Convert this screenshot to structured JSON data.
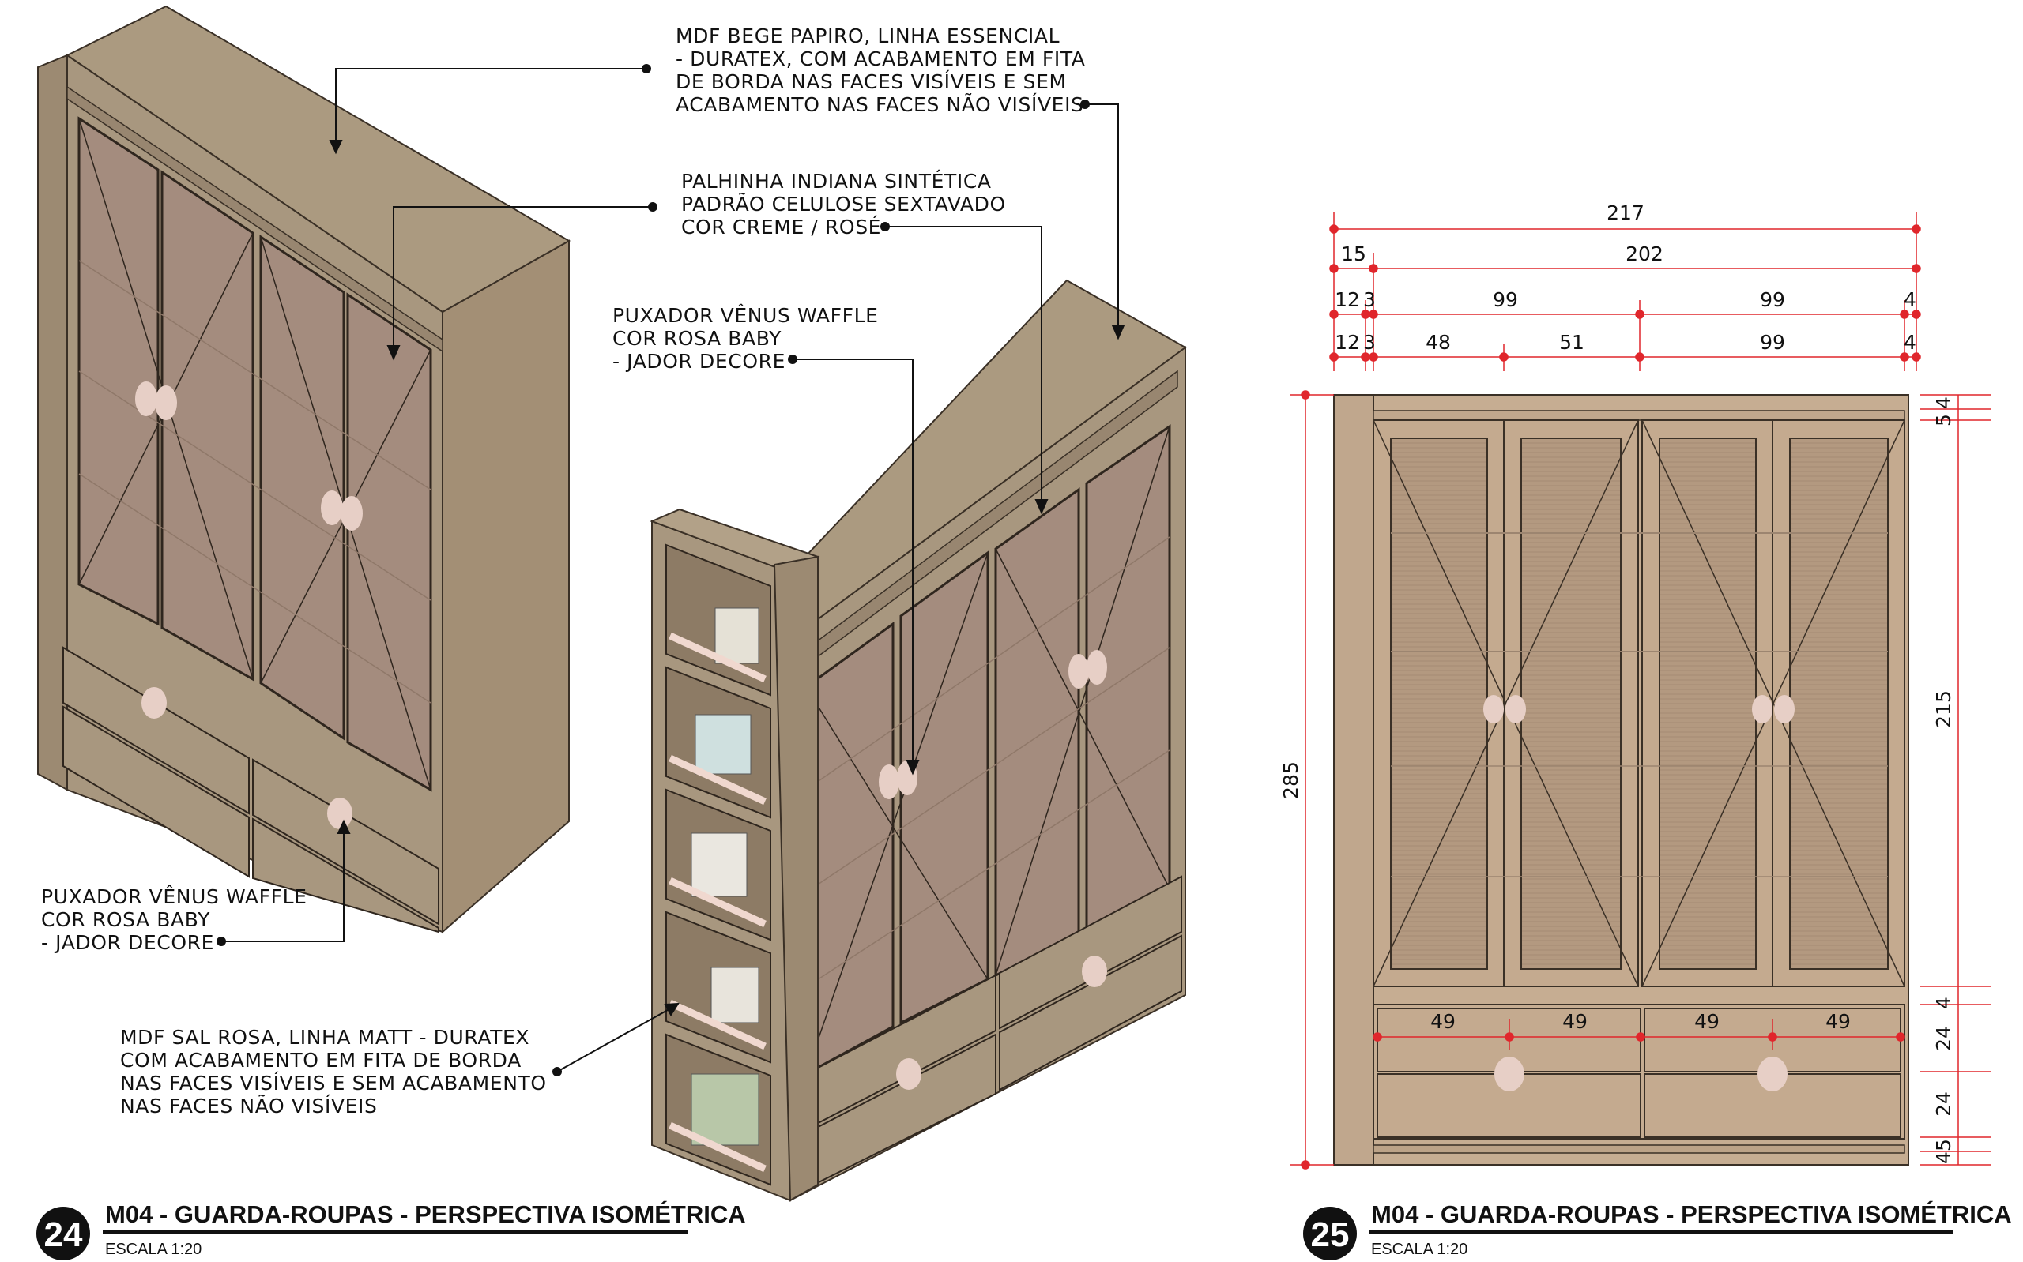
{
  "drawing_24": {
    "number": "24",
    "title": "M04 - GUARDA-ROUPAS - PERSPECTIVA ISOMÉTRICA",
    "scale": "ESCALA 1:20"
  },
  "drawing_25": {
    "number": "25",
    "title": "M04 - GUARDA-ROUPAS - PERSPECTIVA ISOMÉTRICA",
    "scale": "ESCALA 1:20"
  },
  "notes": {
    "mdf_bege": [
      "MDF BEGE PAPIRO, LINHA ESSENCIAL",
      "- DURATEX, COM ACABAMENTO EM FITA",
      "DE BORDA NAS FACES VISÍVEIS E SEM",
      "ACABAMENTO NAS FACES NÃO VISÍVEIS"
    ],
    "palhinha": [
      "PALHINHA INDIANA SINTÉTICA",
      "PADRÃO CELULOSE SEXTAVADO",
      "COR CREME / ROSÉ"
    ],
    "puxador_right": [
      "PUXADOR VÊNUS WAFFLE",
      "COR ROSA BABY",
      "- JADOR DECORE"
    ],
    "puxador_left": [
      "PUXADOR VÊNUS WAFFLE",
      "COR ROSA BABY",
      "- JADOR DECORE"
    ],
    "mdf_sal_rosa": [
      "MDF SAL ROSA, LINHA MATT - DURATEX",
      "COM ACABAMENTO EM FITA DE BORDA",
      "NAS FACES VISÍVEIS E SEM ACABAMENTO",
      "NAS FACES NÃO VISÍVEIS"
    ]
  },
  "dimensions": {
    "overall_width": "217",
    "side_panel": "15",
    "inner_width": "202",
    "row3": [
      "12",
      "3",
      "99",
      "99",
      "4"
    ],
    "row4": [
      "12",
      "3",
      "48",
      "51",
      "99",
      "4"
    ],
    "overall_height": "285",
    "door_height": "215",
    "top_a": "4",
    "top_b": "5",
    "mid_gap": "4",
    "drawer_1": "24",
    "drawer_2": "24",
    "bottom_a": "5",
    "bottom_b": "4",
    "drawer_widths": [
      "49",
      "49",
      "49",
      "49"
    ]
  },
  "colors": {
    "mdf": "#a8977f",
    "mdf_dark": "#8a7a64",
    "glass": "#a88d80",
    "cane": "#b59b82",
    "handle": "#e7cfc6",
    "dimension_line": "#e0262c",
    "leader": "#111111"
  }
}
